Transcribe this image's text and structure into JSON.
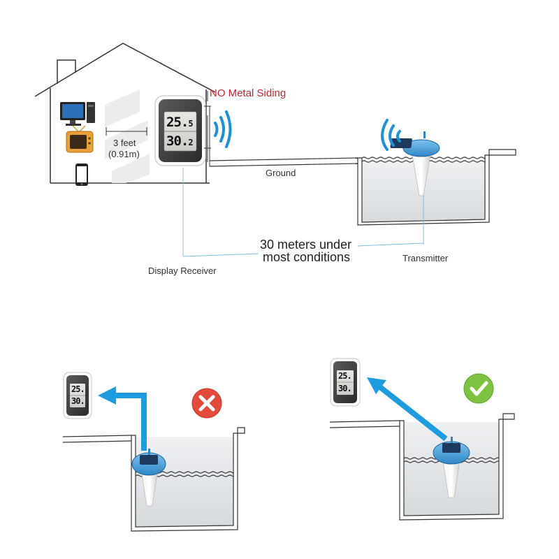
{
  "labels": {
    "no_metal_siding": "NO Metal Siding",
    "distance_feet": "3 feet",
    "distance_meters": "(0.91m)",
    "ground": "Ground",
    "range_line1": "30 meters under",
    "range_line2": "most conditions",
    "display_receiver": "Display Receiver",
    "transmitter": "Transmitter"
  },
  "display": {
    "reading_top": "25.",
    "reading_top_decimal": "5",
    "reading_bottom": "30.",
    "reading_bottom_decimal": "2",
    "reading_top_small": "25.",
    "reading_bottom_small": "30."
  },
  "colors": {
    "warning_red": "#c0272d",
    "signal_blue": "#1f8fd6",
    "wrong_marker": "#e24b3b",
    "correct_marker": "#7fc241",
    "float_blue": "#3d9bd8"
  },
  "icons": {
    "wrong": "cross-icon",
    "correct": "check-icon"
  }
}
